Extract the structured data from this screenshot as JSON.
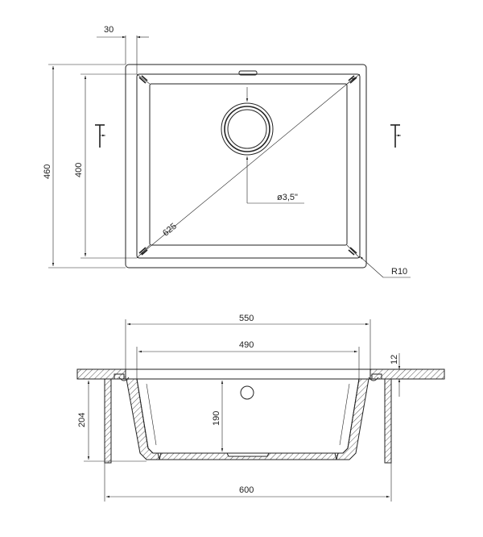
{
  "top_view": {
    "dim_offset": "30",
    "dim_outer_height": "460",
    "dim_inner_height": "400",
    "dim_diagonal": "625",
    "dim_drain": "ø3,5\"",
    "dim_radius": "R10",
    "section_marker_left": "I",
    "section_marker_right": "I"
  },
  "section_view": {
    "dim_top_width": "550",
    "dim_bowl_width": "490",
    "dim_countertop": "12",
    "dim_overall_depth": "204",
    "dim_bowl_depth": "190",
    "dim_overall_width": "600"
  },
  "colors": {
    "line": "#222222",
    "hatch": "#888888",
    "background": "#ffffff"
  }
}
